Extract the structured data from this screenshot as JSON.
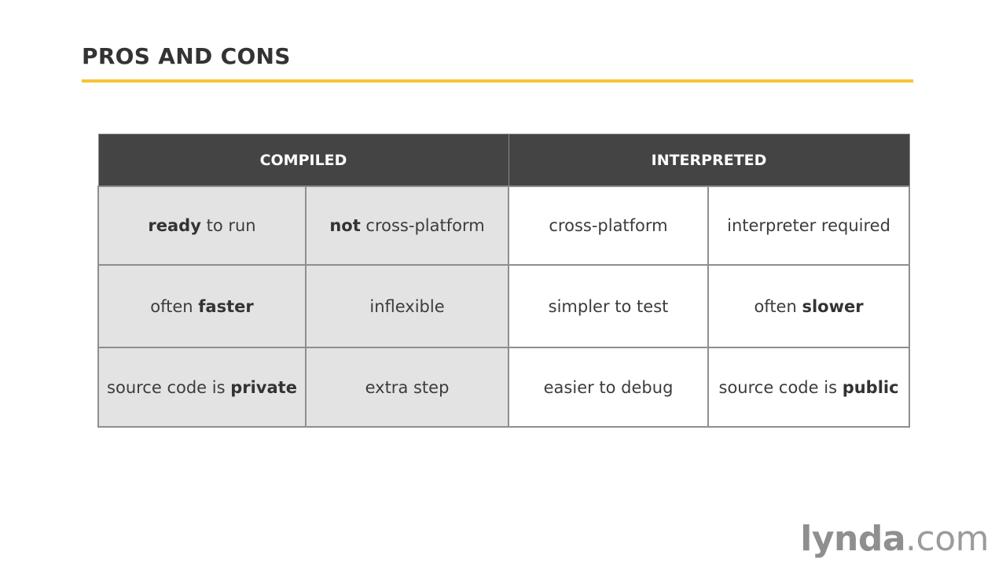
{
  "slide": {
    "title": "PROS AND CONS",
    "accent_color": "#f5c531"
  },
  "table": {
    "headers": [
      "COMPILED",
      "INTERPRETED"
    ],
    "rows": [
      [
        {
          "bold": "ready",
          "after": " to run"
        },
        {
          "bold": "not",
          "after": " cross-platform"
        },
        {
          "before": "cross-platform"
        },
        {
          "before": "interpreter required"
        }
      ],
      [
        {
          "before": "often ",
          "bold": "faster"
        },
        {
          "before": "inflexible"
        },
        {
          "before": "simpler to test"
        },
        {
          "before": "often ",
          "bold": "slower"
        }
      ],
      [
        {
          "before": "source code is ",
          "bold": "private"
        },
        {
          "before": "extra step"
        },
        {
          "before": "easier to debug"
        },
        {
          "before": "source code is ",
          "bold": "public"
        }
      ]
    ]
  },
  "logo": {
    "brand": "lynda",
    "suffix": ".com"
  }
}
